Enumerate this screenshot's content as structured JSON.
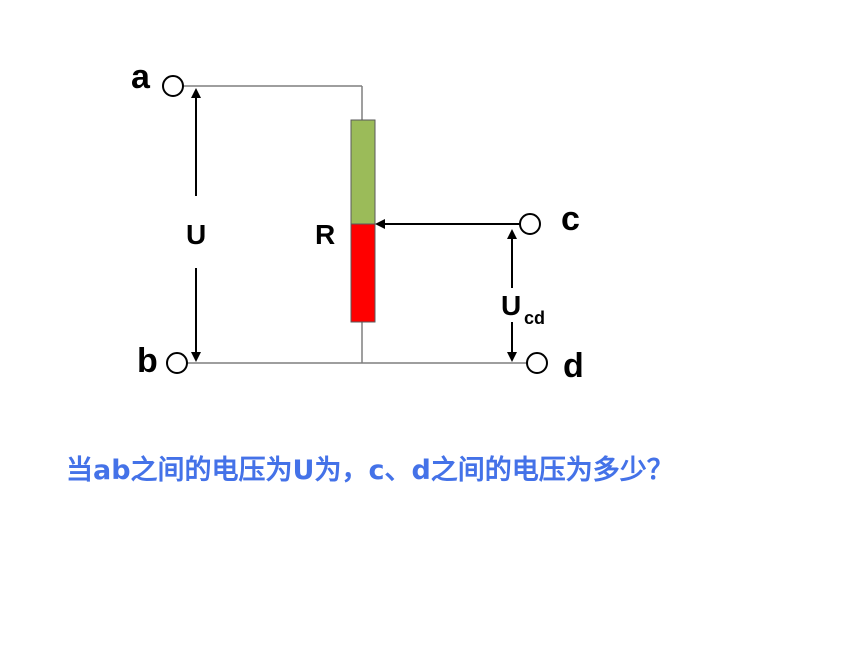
{
  "diagram": {
    "terminals": {
      "a": "a",
      "b": "b",
      "c": "c",
      "d": "d"
    },
    "labels": {
      "input_voltage": "U",
      "resistor": "R",
      "output_voltage_main": "U",
      "output_voltage_sub": "cd"
    },
    "colors": {
      "resistor_upper": "#9bbb59",
      "resistor_lower": "#ff0000",
      "wire": "#7f7f7f"
    }
  },
  "question": {
    "text": "当ab之间的电压为U为，c、d之间的电压为多少？",
    "color": "#4472e8"
  }
}
